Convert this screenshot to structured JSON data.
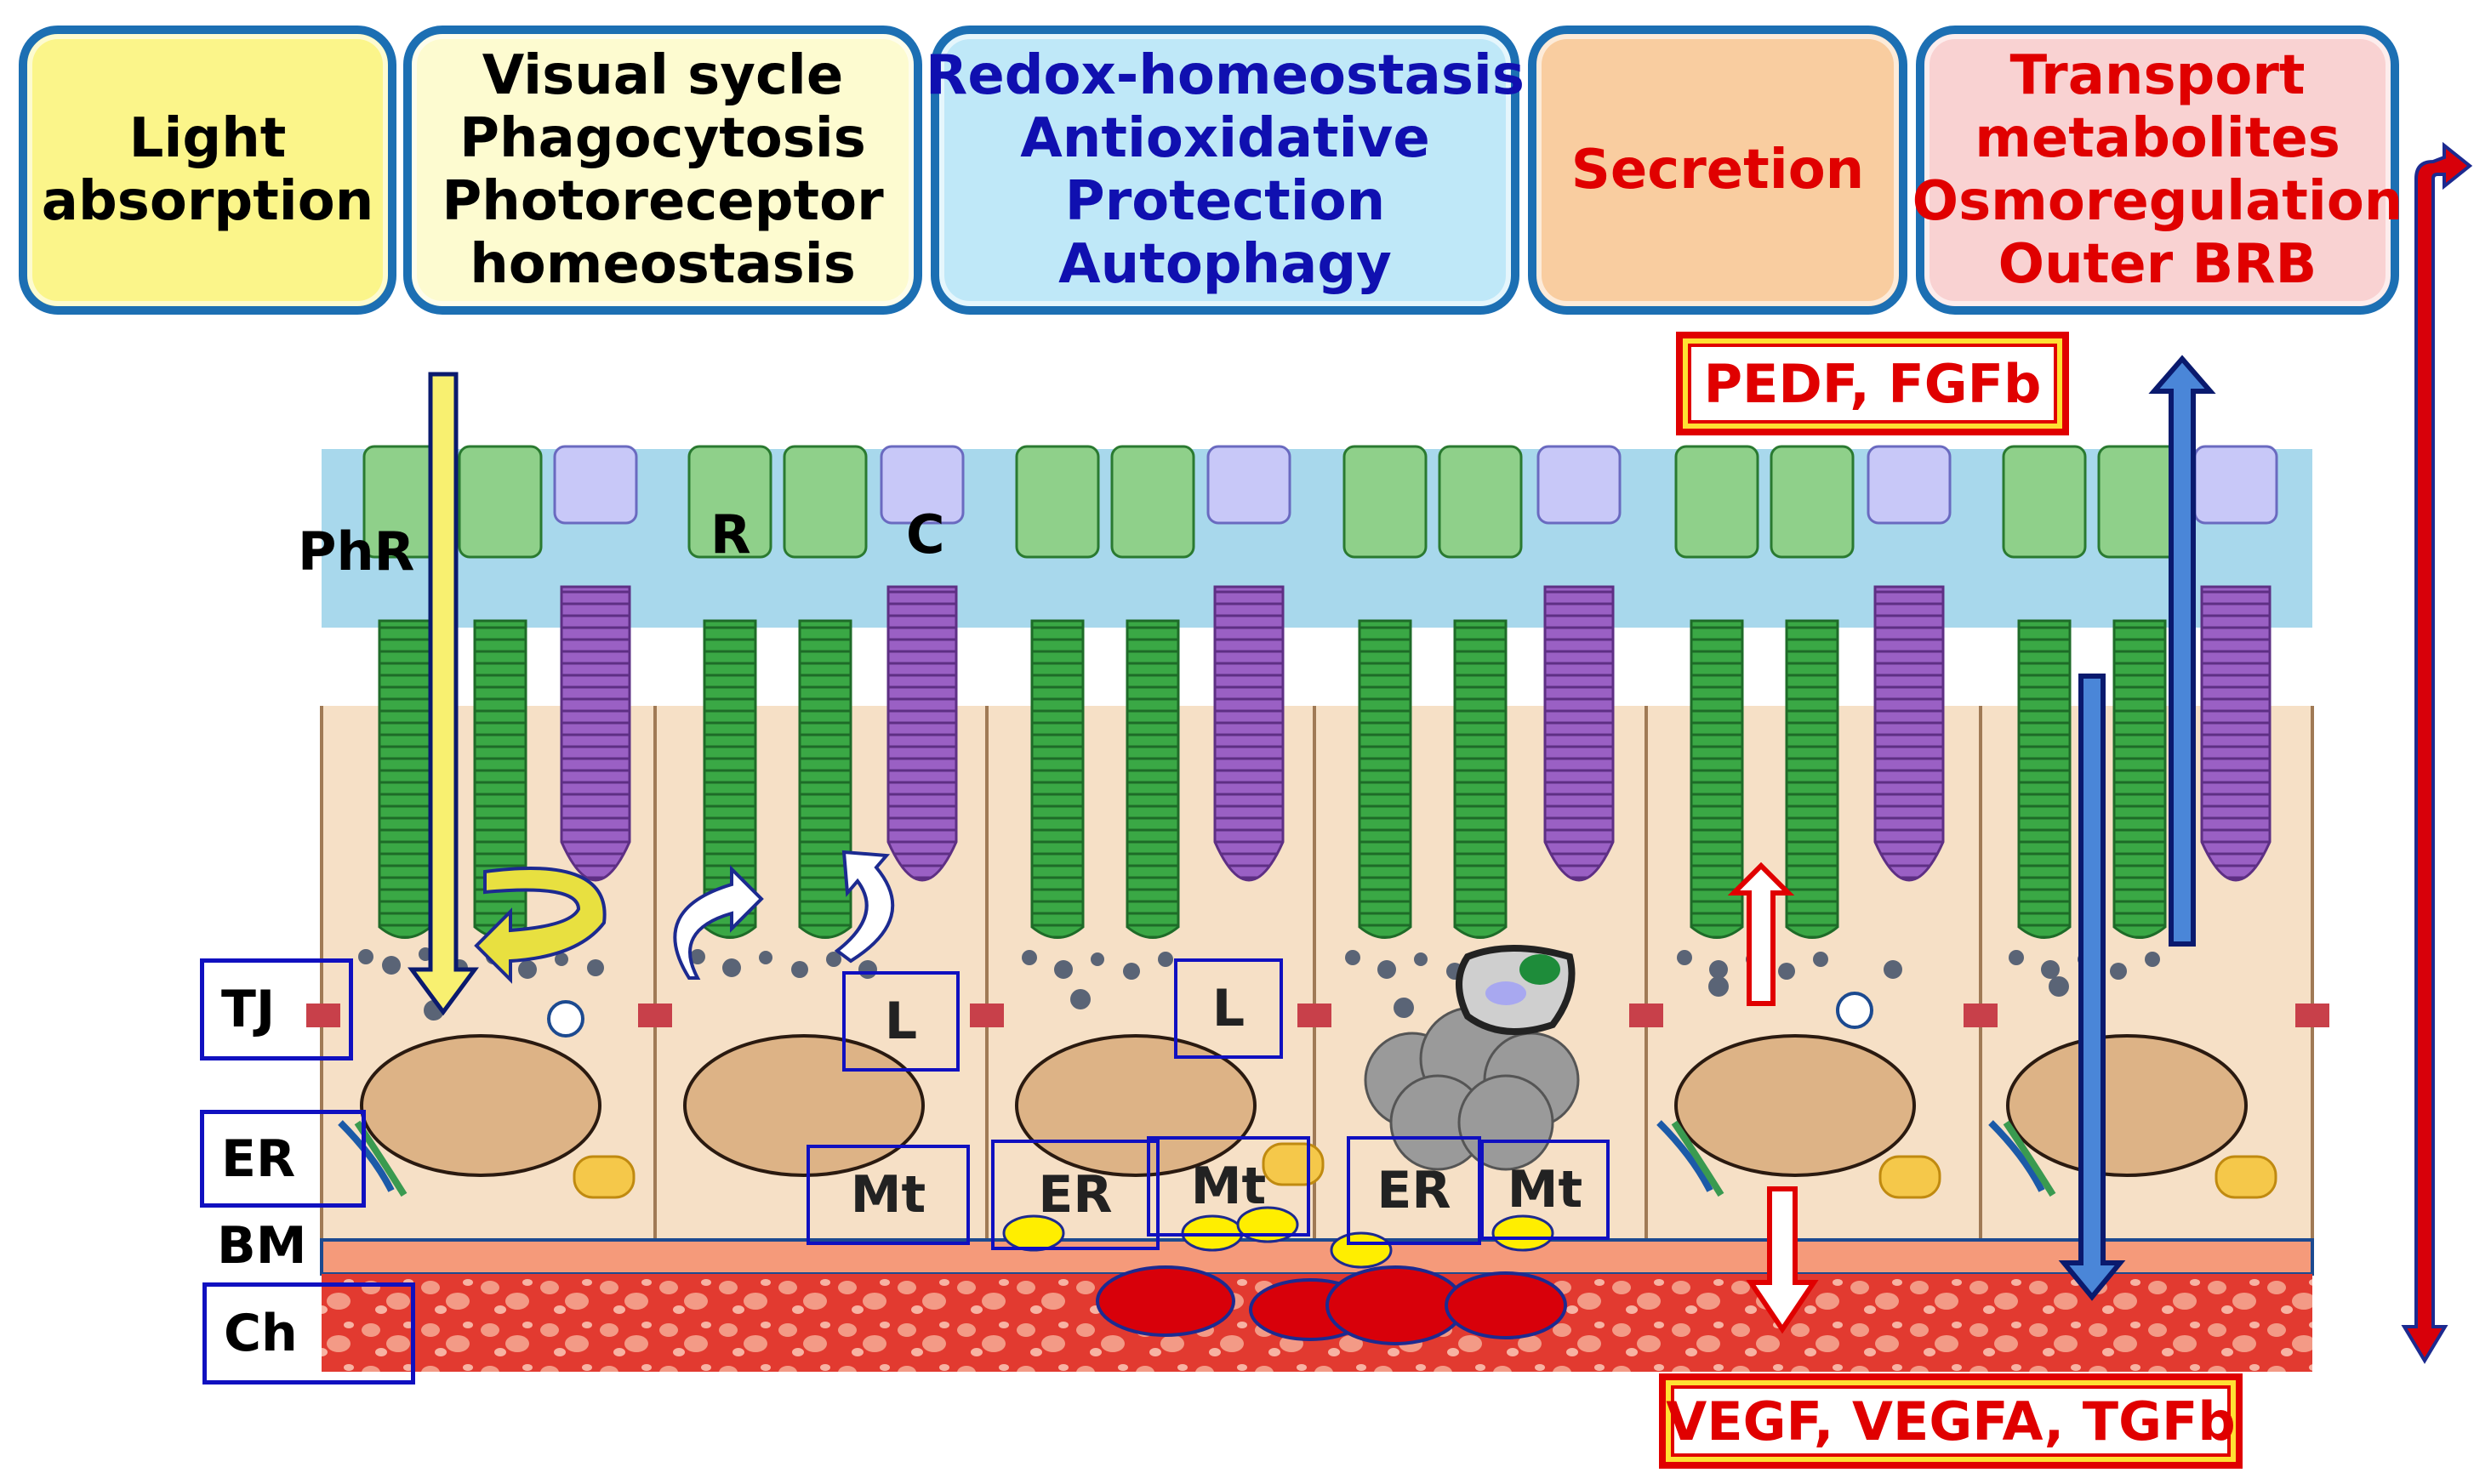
{
  "header": {
    "boxes": [
      {
        "lines": [
          "Light",
          "absorption"
        ],
        "color": "#000000",
        "bg": "#fbf58a"
      },
      {
        "lines": [
          "Visual sycle",
          "Phagocytosis",
          "Photoreceptor",
          "homeostasis"
        ],
        "color": "#000000",
        "bg": "#fdfbd0"
      },
      {
        "lines": [
          "Redox-homeostasis",
          "Antioxidative",
          "Protection",
          "Autophagy"
        ],
        "color": "#1010b0",
        "bg": "#bfe8f8"
      },
      {
        "lines": [
          "Secretion"
        ],
        "color": "#e00000",
        "bg": "#f9cda0"
      },
      {
        "lines": [
          "Transport",
          "metabolites",
          "Osmoregulation",
          "Outer BRB"
        ],
        "color": "#e00000",
        "bg": "#f9d2d2"
      }
    ]
  },
  "labels": {
    "phr": "PhR",
    "rod": "R",
    "cone": "C",
    "tj": "TJ",
    "er": "ER",
    "bm": "BM",
    "ch": "Ch",
    "lysosome": "L",
    "mitochondria": "Mt",
    "er_organelle": "ER"
  },
  "factors": {
    "apical": "PEDF, FGFb",
    "basal": "VEGF, VEGFA, TGFb"
  },
  "colors": {
    "red_arrow": "#e00000",
    "navy_arrow": "#0a1a6e",
    "blue_arrow_fill": "#4a86d8",
    "yellow_arrow_fill": "#f8f070",
    "rpe_cell": "#f6e0c6",
    "nucleus": "#ddb386",
    "photoreceptor_green": "#3aa845",
    "cone_purple": "#9a60c4",
    "subretinal_space": "#a8d8ec",
    "choroid": "#e23a30"
  }
}
